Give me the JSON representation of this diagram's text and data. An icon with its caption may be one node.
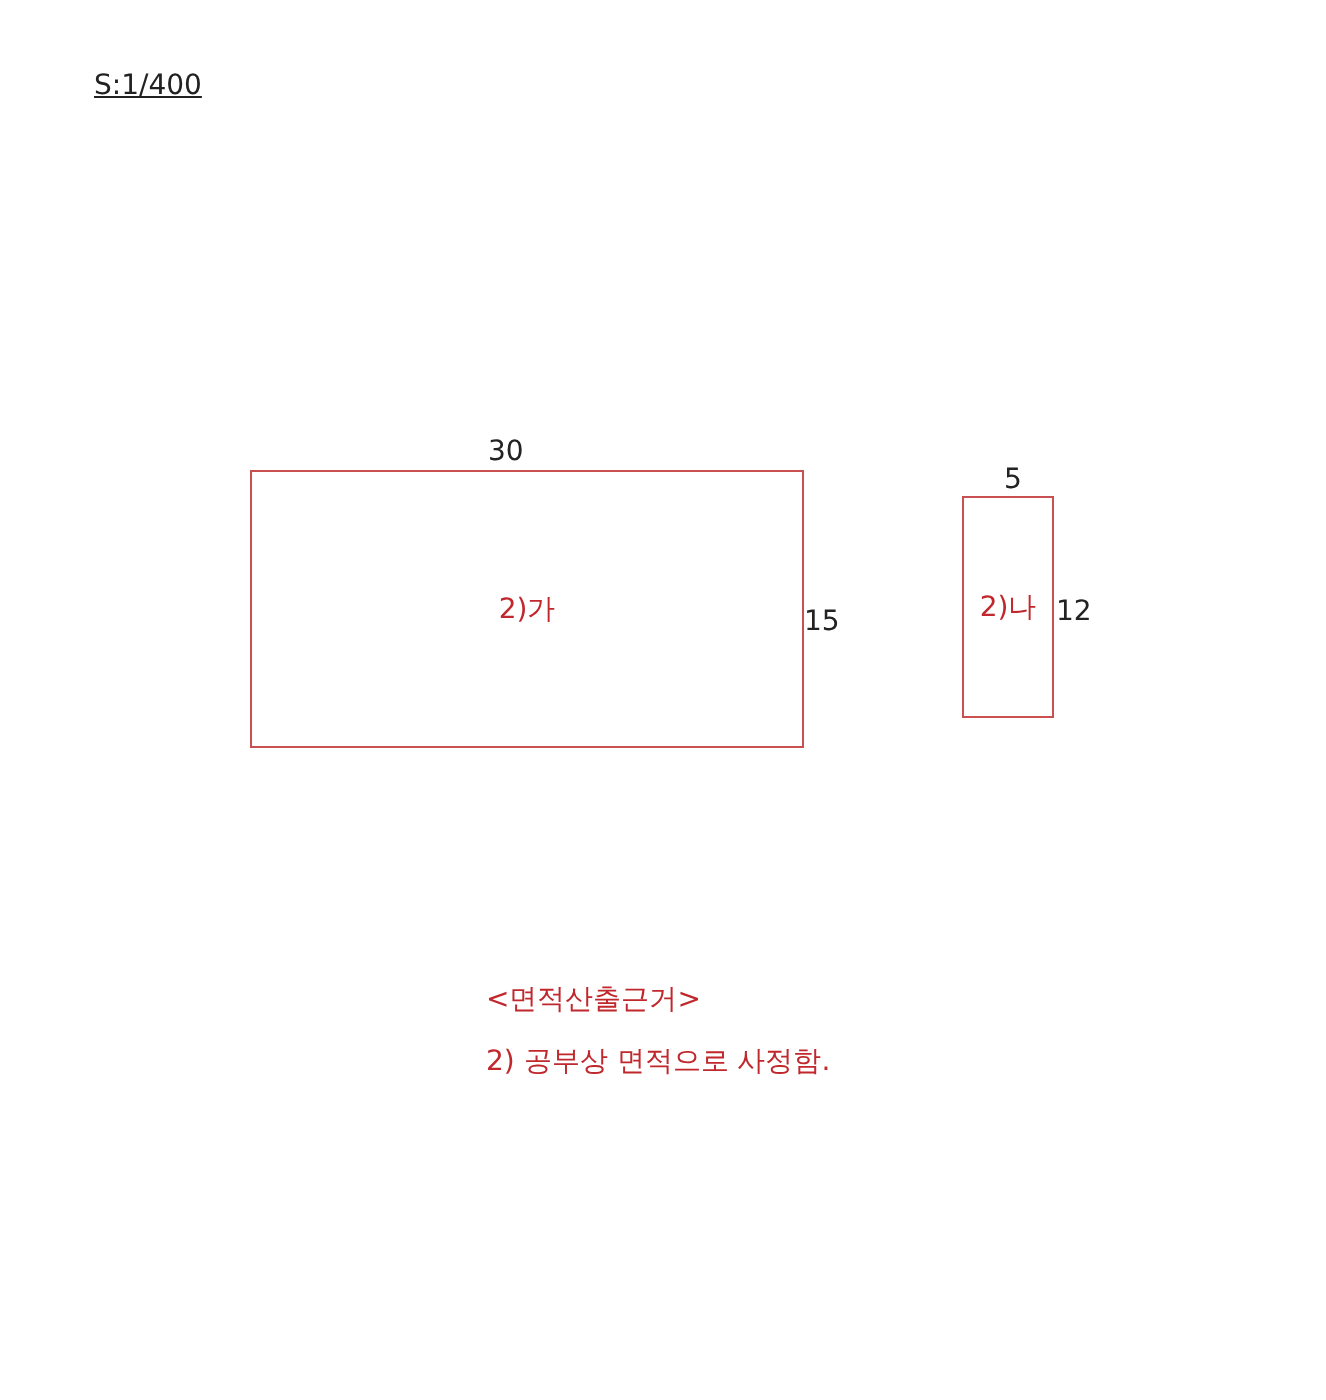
{
  "diagram": {
    "nodes": [
      {
        "text": [
          "2)가"
        ],
        "beside": [
          "30",
          "15"
        ]
      },
      {
        "text": [
          "2)나"
        ],
        "beside": [
          "5",
          "12"
        ]
      }
    ],
    "labels": [
      "S:1/400",
      "<면적산출근거>",
      "2) 공부상 면적으로 사정함."
    ]
  }
}
